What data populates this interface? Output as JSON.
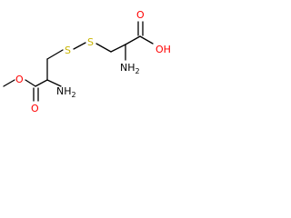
{
  "structure": {
    "atoms": {
      "methyl_o": {
        "label": "O",
        "color": "#ff0000"
      },
      "carbonyl_o_left": {
        "label": "O",
        "color": "#ff0000"
      },
      "amine_left": {
        "label": "NH",
        "subscript": "2",
        "color": "#000000"
      },
      "sulfur_1": {
        "label": "S",
        "color": "#c8b400"
      },
      "sulfur_2": {
        "label": "S",
        "color": "#c8b400"
      },
      "amine_right": {
        "label": "NH",
        "subscript": "2",
        "color": "#000000"
      },
      "carbonyl_o_right": {
        "label": "O",
        "color": "#ff0000"
      },
      "hydroxyl": {
        "label": "OH",
        "color": "#ff0000"
      }
    },
    "colors": {
      "bond": "#000000",
      "oxygen": "#ff0000",
      "sulfur": "#c8b400",
      "nitrogen": "#000000",
      "background": "#ffffff"
    }
  }
}
